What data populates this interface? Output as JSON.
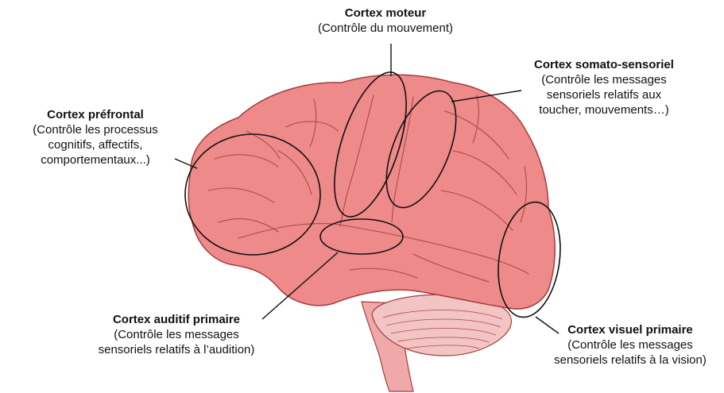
{
  "colors": {
    "brain_fill": "#ee8a8a",
    "brain_stroke": "#a63c3c",
    "fold_stroke": "#b04848",
    "cerebellum_fill": "#f3c4c4",
    "brainstem_fill": "#f0a9a9",
    "outline": "#111111"
  },
  "labels": {
    "moteur": {
      "title": "Cortex moteur",
      "desc": [
        "(Contrôle du mouvement)"
      ]
    },
    "somato": {
      "title": "Cortex somato-sensoriel",
      "desc": [
        "(Contrôle les messages",
        "sensoriels relatifs aux",
        "toucher, mouvements…)"
      ]
    },
    "prefrontal": {
      "title": "Cortex préfrontal",
      "desc": [
        "(Contrôle les processus",
        "cognitifs, affectifs,",
        "comportementaux...)"
      ]
    },
    "auditif": {
      "title": "Cortex auditif primaire",
      "desc": [
        "(Contrôle les messages",
        "sensoriels relatifs à l’audition)"
      ]
    },
    "visuel": {
      "title": "Cortex visuel primaire",
      "desc": [
        "(Contrôle les messages",
        "sensoriels relatifs à la vision)"
      ]
    }
  }
}
